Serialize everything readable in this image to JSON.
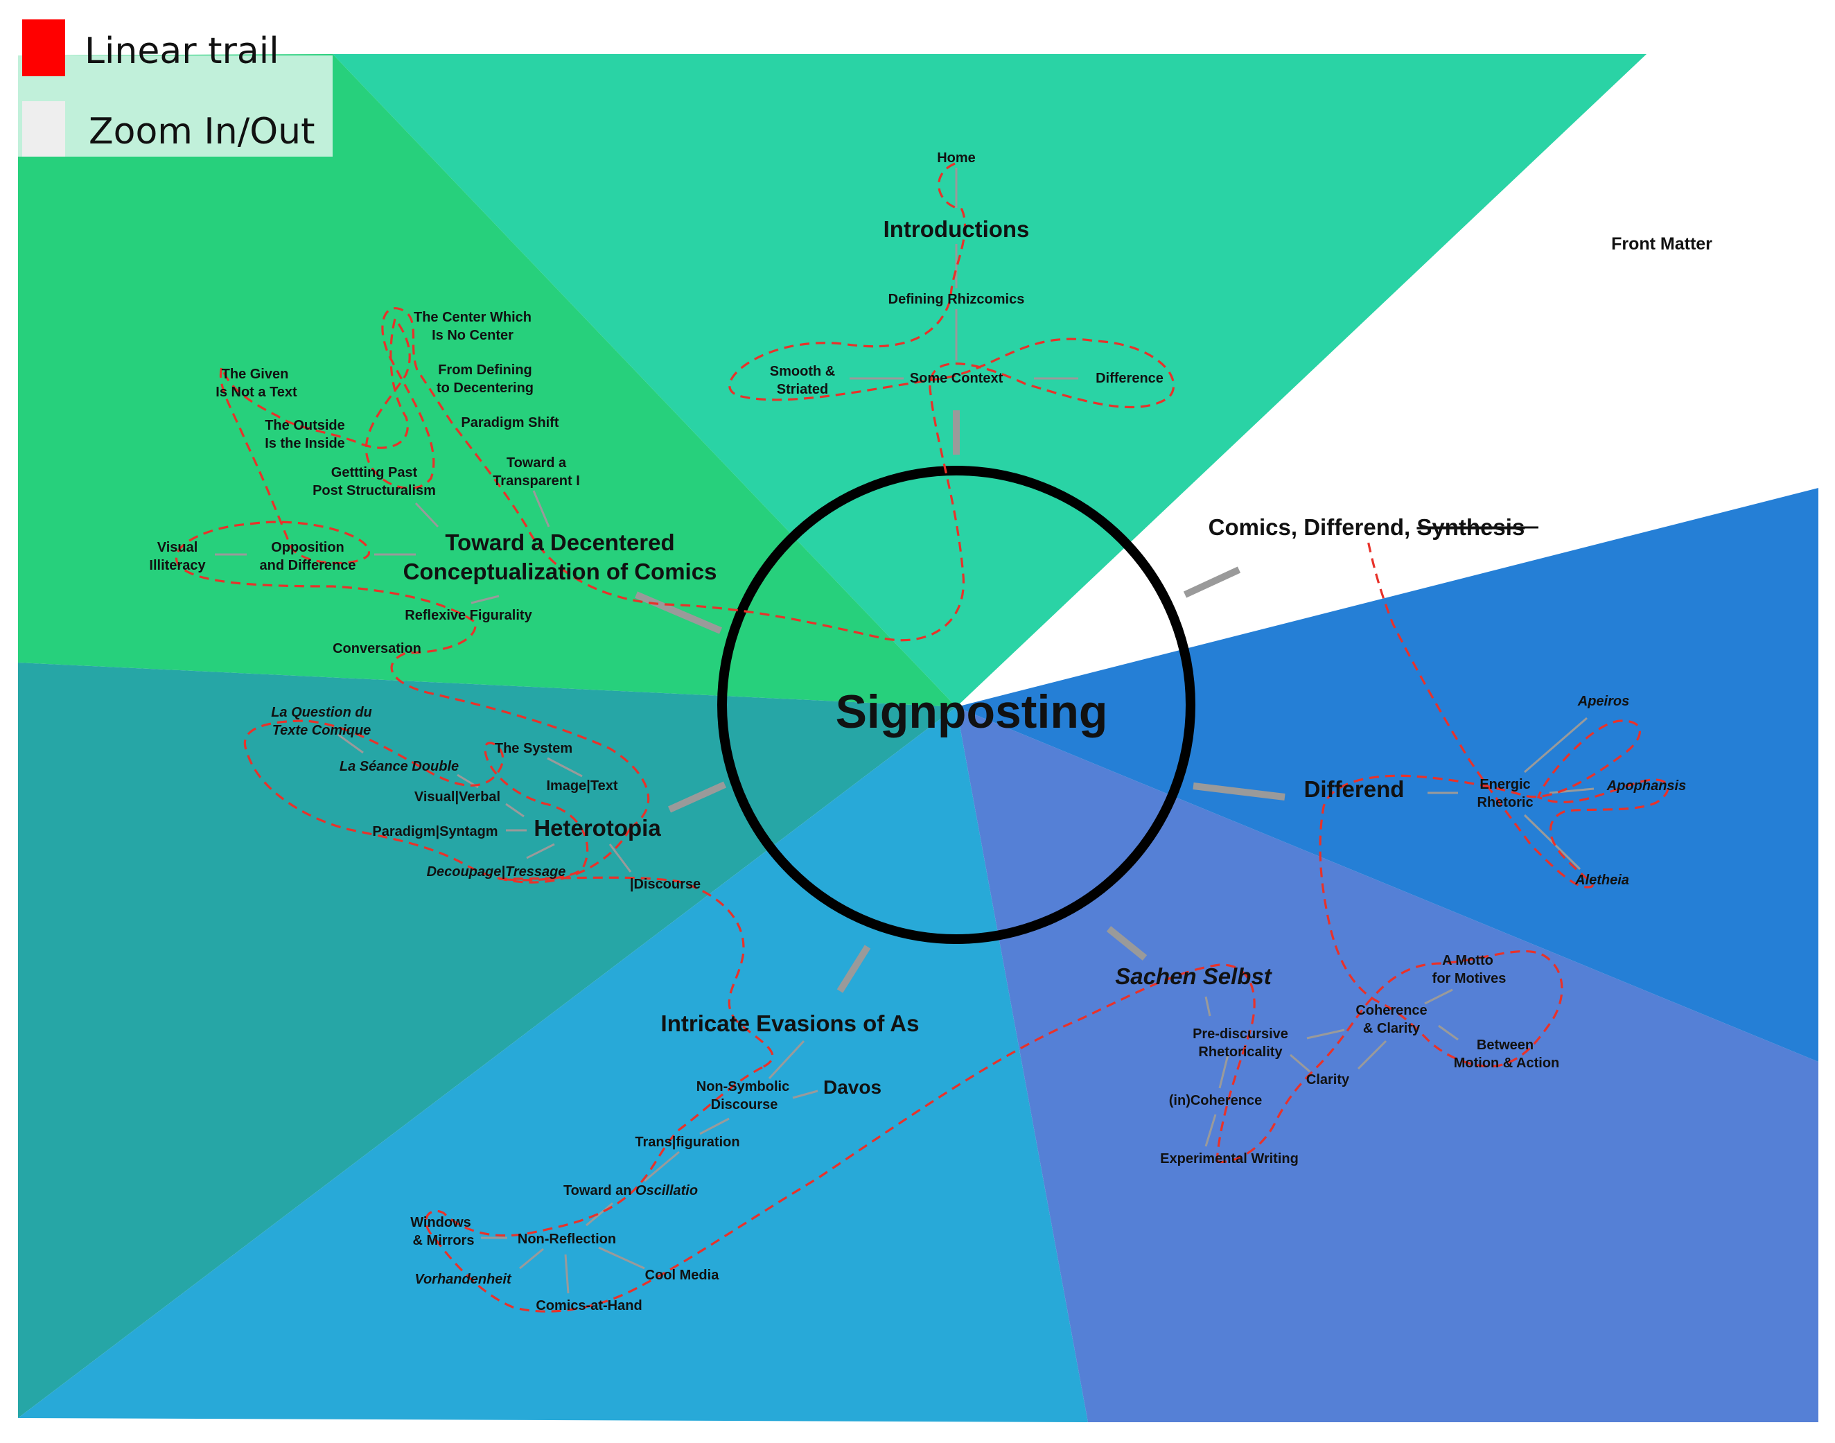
{
  "legend": {
    "linear_trail_label": "Linear trail",
    "linear_trail_color": "#ff0000",
    "zoom_label": "Zoom In/Out",
    "zoom_color": "#eeeeee"
  },
  "colors": {
    "front_matter_wedge": "#2ad3a5",
    "decentered_wedge": "#27d07c",
    "heterotopia_wedge": "#26a6a6",
    "evasions_wedge": "#28a9d8",
    "sachen_wedge": "#5580d6",
    "differend_wedge": "#257fd6",
    "trail": "#e8322a",
    "link": "#9a9a9a",
    "hub_ring": "#000000"
  },
  "hub": {
    "label": "Signposting"
  },
  "sections": {
    "front_matter": "Front Matter",
    "introductions": "Introductions",
    "comics_differend_prefix": "Comics, Differend, ",
    "comics_differend_struck": "Synthesis",
    "decentered_line1": "Toward a Decentered",
    "decentered_line2": "Conceptualization of Comics",
    "heterotopia": "Heterotopia",
    "differend": "Differend",
    "sachen_selbst": "Sachen Selbst",
    "intricate_evasions": "Intricate Evasions of As"
  },
  "nodes": {
    "home": "Home",
    "defining_rhizcomics": "Defining Rhizcomics",
    "smooth_striated_1": "Smooth &",
    "smooth_striated_2": "Striated",
    "some_context": "Some Context",
    "difference": "Difference",
    "center_1": "The Center Which",
    "center_2": "Is No Center",
    "defining_1": "From Defining",
    "defining_2": "to Decentering",
    "paradigm_shift": "Paradigm Shift",
    "transparent_1": "Toward a",
    "transparent_2": "Transparent I",
    "given_1": "The Given",
    "given_2": "Is Not a Text",
    "outside_1": "The Outside",
    "outside_2": "Is the Inside",
    "gettting_1": "Gettting Past",
    "gettting_2": "Post Structuralism",
    "visual_1": "Visual",
    "visual_2": "Illiteracy",
    "opposition_1": "Opposition",
    "opposition_2": "and Difference",
    "reflexive_figurality": "Reflexive Figurality",
    "conversation": "Conversation",
    "question_1": "La Question du",
    "question_2": "Texte Comique",
    "seance_double": "La Séance Double",
    "the_system": "The System",
    "image_text": "Image|Text",
    "visual_verbal": "Visual|Verbal",
    "paradigm_syntagm": "Paradigm|Syntagm",
    "decoupage": "Decoupage|Tressage",
    "discourse": "|Discourse",
    "energic_1": "Energic",
    "energic_2": "Rhetoric",
    "apeiros": "Apeiros",
    "apophansis": "Apophansis",
    "aletheia": "Aletheia",
    "motto_1": "A Motto",
    "motto_2": "for Motives",
    "coherence_1": "Coherence",
    "coherence_2": "& Clarity",
    "between_1": "Between",
    "between_2": "Motion & Action",
    "prediscursive_1": "Pre-discursive",
    "prediscursive_2": "Rhetoricality",
    "clarity": "Clarity",
    "incoherence": "(in)Coherence",
    "experimental": "Experimental Writing",
    "nonsymbolic_1": "Non-Symbolic",
    "nonsymbolic_2": "Discourse",
    "davos": "Davos",
    "transfiguration": "Trans|figuration",
    "oscillatio_prefix": "Toward an ",
    "oscillatio_italic": "Oscillatio",
    "windows_1": "Windows",
    "windows_2": "& Mirrors",
    "nonreflection": "Non-Reflection",
    "vorhandenheit": "Vorhandenheit",
    "cool_media": "Cool Media",
    "comics_at_hand": "Comics-at-Hand"
  }
}
